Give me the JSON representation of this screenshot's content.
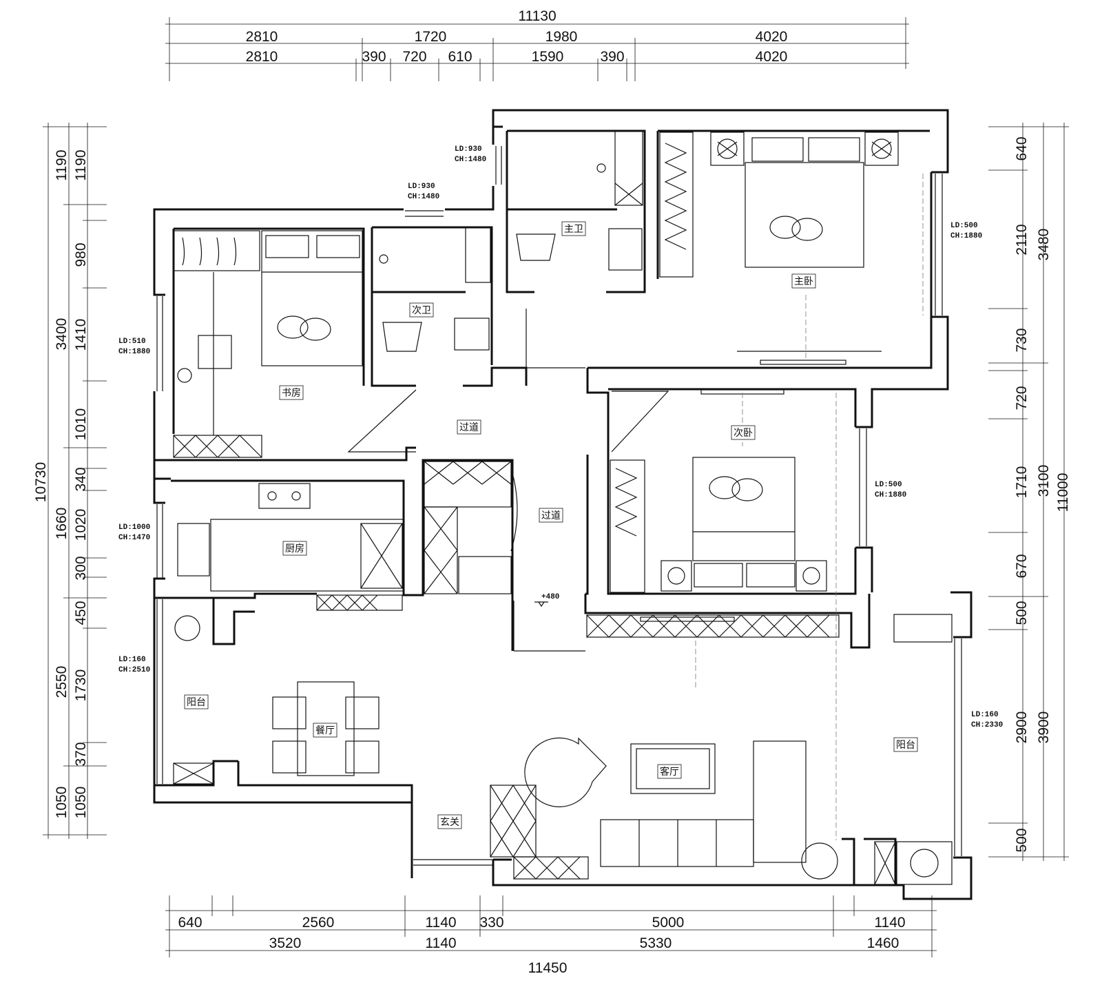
{
  "dimensions": {
    "top_total": "11130",
    "top_row1": [
      "2810",
      "1720",
      "1980",
      "4020"
    ],
    "top_row2": [
      "2810",
      "390",
      "720",
      "610",
      "1590",
      "390",
      "4020"
    ],
    "bottom_row1": [
      "640",
      "2560",
      "1140",
      "330",
      "5000",
      "1140"
    ],
    "bottom_row2": [
      "3520",
      "1140",
      "5330",
      "1460"
    ],
    "bottom_total": "11450",
    "left_total": "10730",
    "left_outer": [
      "1190",
      "3400",
      "1660",
      "2550",
      "1050"
    ],
    "left_inner": [
      "1190",
      "980",
      "1410",
      "1010",
      "340",
      "1020",
      "300",
      "450",
      "1730",
      "370",
      "1050"
    ],
    "right_total": "11000",
    "right_outer": [
      "3480",
      "3100",
      "3900"
    ],
    "right_inner": [
      "640",
      "2110",
      "730",
      "720",
      "1710",
      "670",
      "500",
      "2900",
      "500"
    ]
  },
  "rooms": {
    "study": "书房",
    "second_bath": "次卫",
    "master_bath": "主卫",
    "master_bedroom": "主卧",
    "corridor1": "过道",
    "corridor2": "过道",
    "second_bedroom": "次卧",
    "kitchen": "厨房",
    "balcony_left": "阳台",
    "dining": "餐厅",
    "living": "客厅",
    "entrance": "玄关",
    "balcony_right": "阳台"
  },
  "notes": {
    "window_mbath": {
      "ld": "LD:930",
      "ch": "CH:1480"
    },
    "window_sbath": {
      "ld": "LD:930",
      "ch": "CH:1480"
    },
    "window_study": {
      "ld": "LD:510",
      "ch": "CH:1880"
    },
    "window_master": {
      "ld": "LD:500",
      "ch": "CH:1880"
    },
    "window_second": {
      "ld": "LD:500",
      "ch": "CH:1880"
    },
    "window_kitchen": {
      "ld": "LD:1000",
      "ch": "CH:1470"
    },
    "window_balcony_left": {
      "ld": "LD:160",
      "ch": "CH:2510"
    },
    "window_balcony_right": {
      "ld": "LD:160",
      "ch": "CH:2330"
    },
    "level_mark": "+480"
  }
}
